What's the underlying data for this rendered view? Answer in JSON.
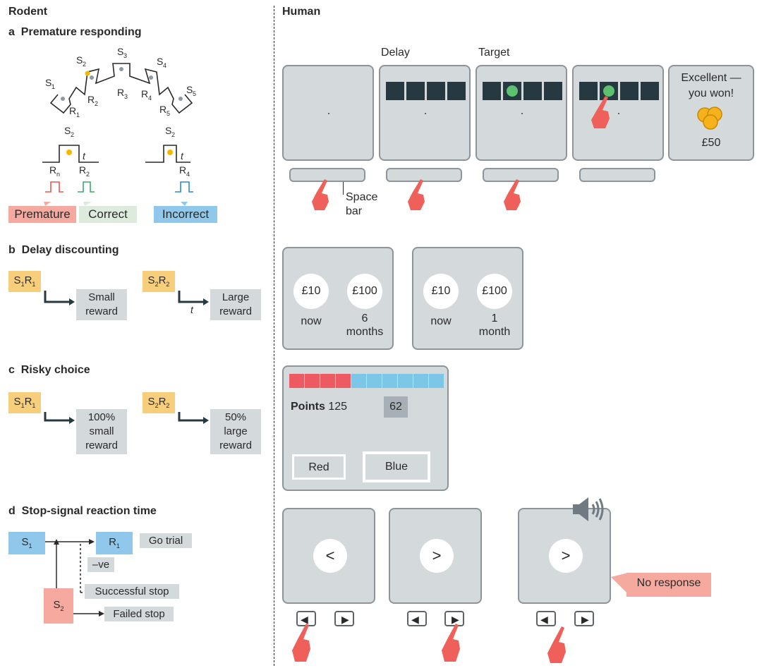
{
  "rodent": {
    "title": "Rodent",
    "a": {
      "letter": "a",
      "title": "Premature responding",
      "labels": {
        "premature": "Premature",
        "correct": "Correct",
        "incorrect": "Incorrect"
      }
    },
    "b": {
      "letter": "b",
      "title": "Delay discounting",
      "small_reward": [
        "Small",
        "reward"
      ],
      "large_reward": [
        "Large",
        "reward"
      ]
    },
    "c": {
      "letter": "c",
      "title": "Risky choice",
      "small": [
        "100%",
        "small",
        "reward"
      ],
      "large": [
        "50%",
        "large",
        "reward"
      ]
    },
    "d": {
      "letter": "d",
      "title": "Stop-signal reaction time",
      "go_trial": "Go trial",
      "neg": "–ve",
      "successful_stop": "Successful stop",
      "failed_stop": "Failed stop"
    }
  },
  "human": {
    "title": "Human",
    "a": {
      "delay_label": "Delay",
      "target_label": "Target",
      "won": [
        "Excellent —",
        "you won!"
      ],
      "amount": "£50",
      "space_bar": [
        "Space",
        "bar"
      ]
    },
    "b": {
      "choices": [
        {
          "small": "£10",
          "small_when": "now",
          "large": "£100",
          "large_when": [
            "6",
            "months"
          ]
        },
        {
          "small": "£10",
          "small_when": "now",
          "large": "£100",
          "large_when": [
            "1",
            "month"
          ]
        }
      ]
    },
    "c": {
      "points_label": "Points",
      "points_value": "125",
      "bet_value": "62",
      "red_button": "Red",
      "blue_button": "Blue",
      "red_boxes": 4,
      "blue_boxes": 6
    },
    "d": {
      "left_arrow": "<",
      "right_arrow": ">",
      "no_response": "No response"
    }
  },
  "colors": {
    "yellow": "#f7cf7c",
    "grey": "#d4d9dc",
    "pink": "#f6a99f",
    "green": "#dcebdc",
    "blue": "#8fc8ea",
    "dark": "#263840",
    "hand": "#f0605a"
  }
}
